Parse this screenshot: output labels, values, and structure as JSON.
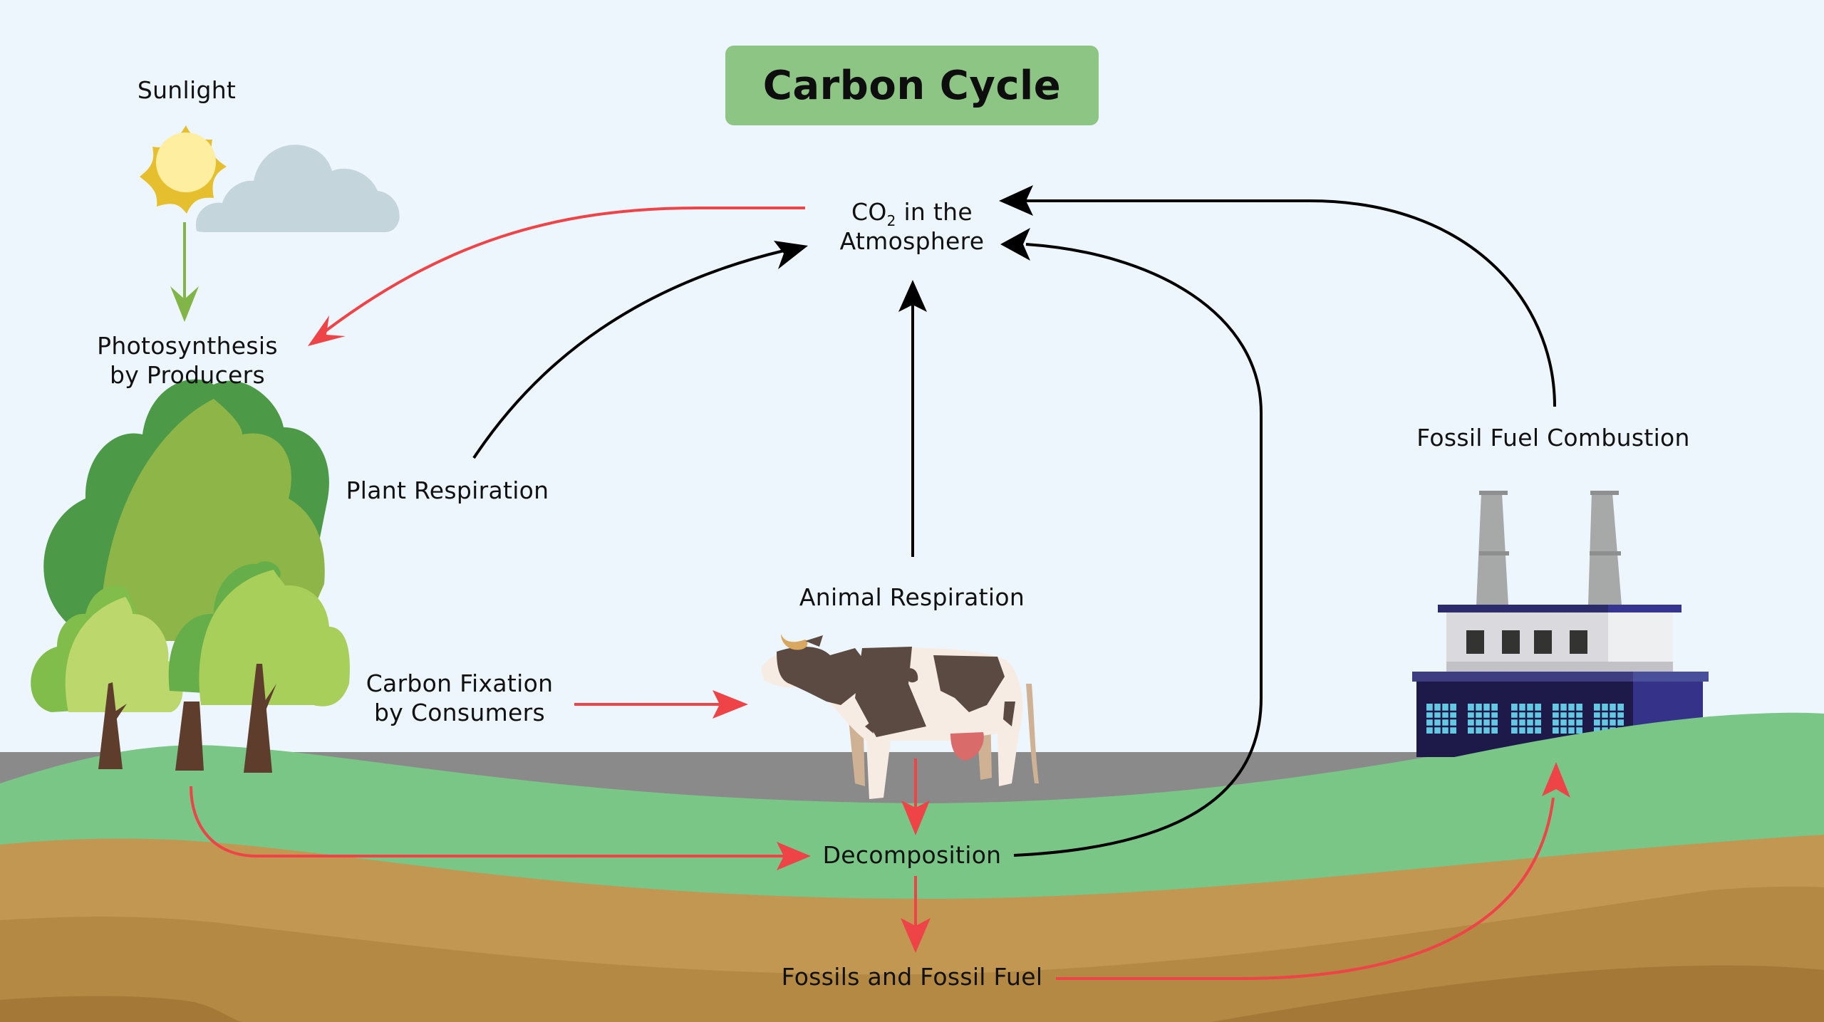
{
  "title": "Carbon Cycle",
  "nodes": {
    "sunlight": "Sunlight",
    "co2_prefix": "CO",
    "co2_subscript": "2",
    "co2_suffix": " in the",
    "co2_line2": "Atmosphere",
    "photosynthesis_line1": "Photosynthesis",
    "photosynthesis_line2": "by Producers",
    "plant_respiration": "Plant Respiration",
    "animal_respiration": "Animal Respiration",
    "carbon_fixation_line1": "Carbon Fixation",
    "carbon_fixation_line2": "by Consumers",
    "decomposition": "Decomposition",
    "fossils": "Fossils and Fossil Fuel",
    "fossil_fuel_combustion": "Fossil Fuel Combustion"
  },
  "flows": [
    {
      "from": "Sunlight",
      "to": "Photosynthesis by Producers",
      "color": "green"
    },
    {
      "from": "CO2 in the Atmosphere",
      "to": "Photosynthesis by Producers",
      "color": "red"
    },
    {
      "from": "Plant Respiration",
      "to": "CO2 in the Atmosphere",
      "color": "black"
    },
    {
      "from": "Animal Respiration",
      "to": "CO2 in the Atmosphere",
      "color": "black"
    },
    {
      "from": "Decomposition",
      "to": "CO2 in the Atmosphere",
      "color": "black"
    },
    {
      "from": "Fossil Fuel Combustion",
      "to": "CO2 in the Atmosphere",
      "color": "black"
    },
    {
      "from": "Carbon Fixation by Consumers",
      "to": "Animal",
      "color": "red"
    },
    {
      "from": "Animal",
      "to": "Decomposition",
      "color": "red"
    },
    {
      "from": "Plants",
      "to": "Decomposition",
      "color": "red"
    },
    {
      "from": "Decomposition",
      "to": "Fossils and Fossil Fuel",
      "color": "red"
    },
    {
      "from": "Fossils and Fossil Fuel",
      "to": "Factory",
      "color": "red"
    }
  ],
  "colors": {
    "sky": "#edf5fd",
    "title_bg": "#8cc584",
    "red_arrow": "#ee4448",
    "black_arrow": "#000000",
    "green_arrow": "#82b548",
    "grass": "#79c686",
    "road": "#8a8a8a",
    "soil_1": "#c29752",
    "soil_2": "#b38944",
    "soil_3": "#a47837"
  }
}
